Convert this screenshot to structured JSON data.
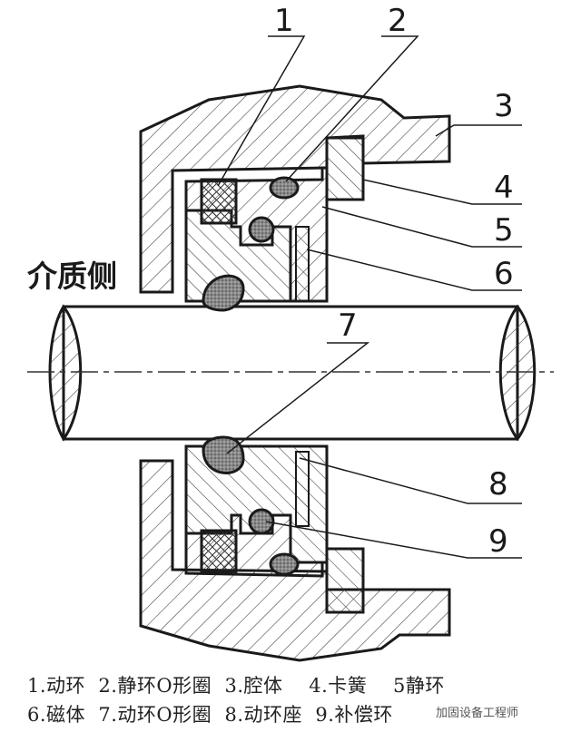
{
  "diagram": {
    "medium_label": "介质侧",
    "callouts": [
      "1",
      "2",
      "3",
      "4",
      "5",
      "6",
      "7",
      "8",
      "9"
    ],
    "legend": {
      "row1": "1.动环  2.静环O形圈  3.腔体    4.卡簧    5静环",
      "row2": "6.磁体  7.动环O形圈  8.动环座  9.补偿环"
    }
  },
  "watermark": "加固设备工程师",
  "colors": {
    "line": "#1a1a1a",
    "hatch": "#444444",
    "oring": "#777777",
    "background": "#ffffff"
  }
}
